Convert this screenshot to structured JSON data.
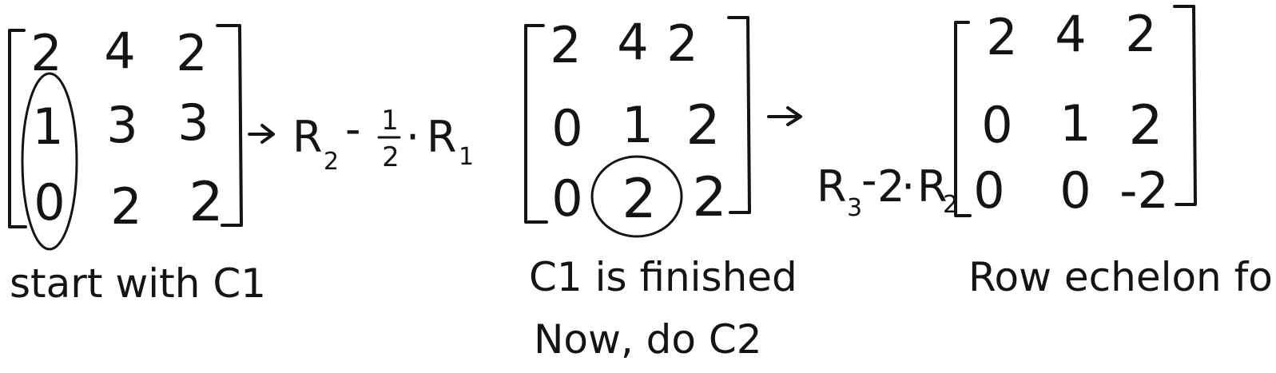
{
  "steps": [
    {
      "matrix": [
        [
          "2",
          "4",
          "2"
        ],
        [
          "1",
          "3",
          "3"
        ],
        [
          "0",
          "2",
          "2"
        ]
      ],
      "caption_lines": [
        "start with C1"
      ]
    },
    {
      "matrix": [
        [
          "2",
          "4",
          "2"
        ],
        [
          "0",
          "1",
          "2"
        ],
        [
          "0",
          "2",
          "2"
        ]
      ],
      "caption_lines": [
        "C1 is finished",
        "Now, do C2"
      ]
    },
    {
      "matrix": [
        [
          "2",
          "4",
          "2"
        ],
        [
          "0",
          "1",
          "2"
        ],
        [
          "0",
          "0",
          "-2"
        ]
      ],
      "caption_lines": [
        "Row echelon form"
      ]
    }
  ],
  "operations": [
    {
      "arrow": "->",
      "row": "R",
      "row_sub": "2",
      "minus": "-",
      "coef_num": "1",
      "coef_den": "2",
      "times": "·",
      "row2": "R",
      "row2_sub": "1"
    },
    {
      "arrow": "->",
      "row": "R",
      "row_sub": "3",
      "minus": "-",
      "coef": "2",
      "times": "·",
      "row2": "R",
      "row2_sub": "2"
    }
  ]
}
